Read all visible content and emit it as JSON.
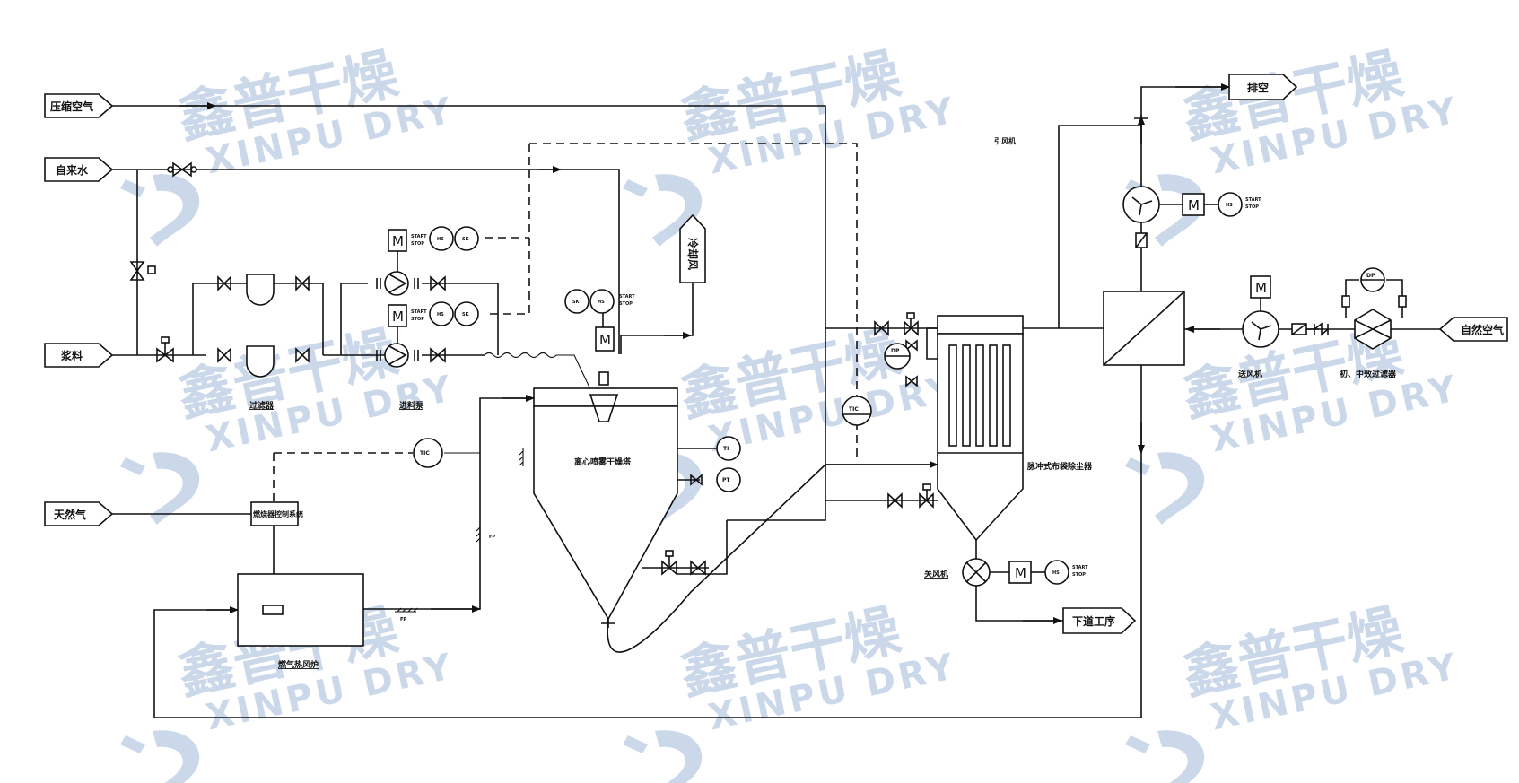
{
  "watermark": {
    "cn": "鑫普干燥",
    "en": "XINPU DRY",
    "color": "#9fb8d8"
  },
  "inlets": {
    "compressed_air": "压缩空气",
    "tap_water": "自来水",
    "slurry": "浆料",
    "natural_gas": "天然气",
    "natural_air": "自然空气"
  },
  "outlets": {
    "exhaust": "排空",
    "cooling_air": "冷却风",
    "next_process": "下道工序"
  },
  "equipment": {
    "filter": "过滤器",
    "feed_pump": "进料泵",
    "burner_control": "燃烧器控制系统",
    "gas_heater": "燃气热风炉",
    "spray_dryer": "离心喷雾干燥塔",
    "bag_filter": "脉冲式布袋除尘器",
    "rotary_valve": "关风机",
    "induced_fan": "引风机",
    "supply_fan": "送风机",
    "air_filter": "初、中效过滤器"
  },
  "instruments": {
    "hs": "HS",
    "sk": "SK",
    "tic": "TIC",
    "ti": "TI",
    "pt": "PT",
    "dp": "DP",
    "motor": "M",
    "start": "START",
    "stop": "STOP",
    "fp": "FP"
  }
}
